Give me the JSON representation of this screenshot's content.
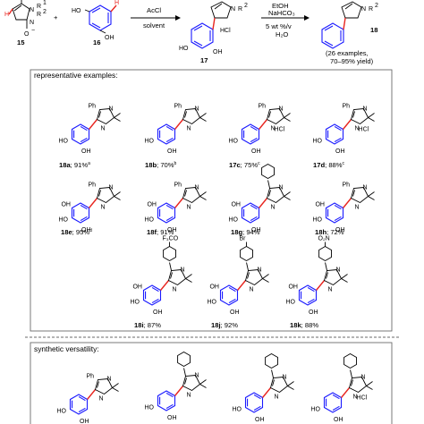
{
  "scheme": {
    "reagent_numbers": [
      "15",
      "16",
      "17",
      "18"
    ],
    "substituent_labels": [
      "R",
      "R",
      "R"
    ],
    "superscripts": [
      "1",
      "2",
      "2"
    ],
    "charges": [
      "O",
      "−"
    ],
    "step1_reagent": "AcCl",
    "step1_solvent": "solvent",
    "step2_reagents": [
      "EtOH",
      "NaHCO₃",
      "5 wt %/v",
      "H₂O"
    ],
    "hcl_label": "HCl",
    "yield_note": [
      "(26 examples,",
      "70–95% yield)"
    ]
  },
  "sections": {
    "representative": "representative examples:",
    "versatility": "synthetic versatility:"
  },
  "atom_labels": {
    "ph": "Ph",
    "n": "N",
    "oh": "OH",
    "ho": "HO",
    "hcl": "HCl",
    "f3co": "F₃CO",
    "br": "Br",
    "o2n": "O₂N"
  },
  "compounds": [
    {
      "id": "18a",
      "yield": "; 91%",
      "note": "a"
    },
    {
      "id": "18b",
      "yield": "; 70%",
      "note": "b"
    },
    {
      "id": "17c",
      "yield": "; 75%",
      "note": "c"
    },
    {
      "id": "17d",
      "yield": "; 88%",
      "note": "c"
    },
    {
      "id": "18e",
      "yield": "; 95%",
      "note": "d"
    },
    {
      "id": "18f",
      "yield": "; 91%",
      "note": ""
    },
    {
      "id": "18g",
      "yield": "; 94%",
      "note": ""
    },
    {
      "id": "18h",
      "yield": "; 72%",
      "note": ""
    },
    {
      "id": "18i",
      "yield": "; 87%",
      "note": ""
    },
    {
      "id": "18j",
      "yield": "; 92%",
      "note": ""
    },
    {
      "id": "18k",
      "yield": "; 88%",
      "note": ""
    }
  ],
  "colors": {
    "ring_blue": "#1a1aff",
    "bond_red": "#e8251f",
    "box_gray": "#6a6a6a"
  }
}
